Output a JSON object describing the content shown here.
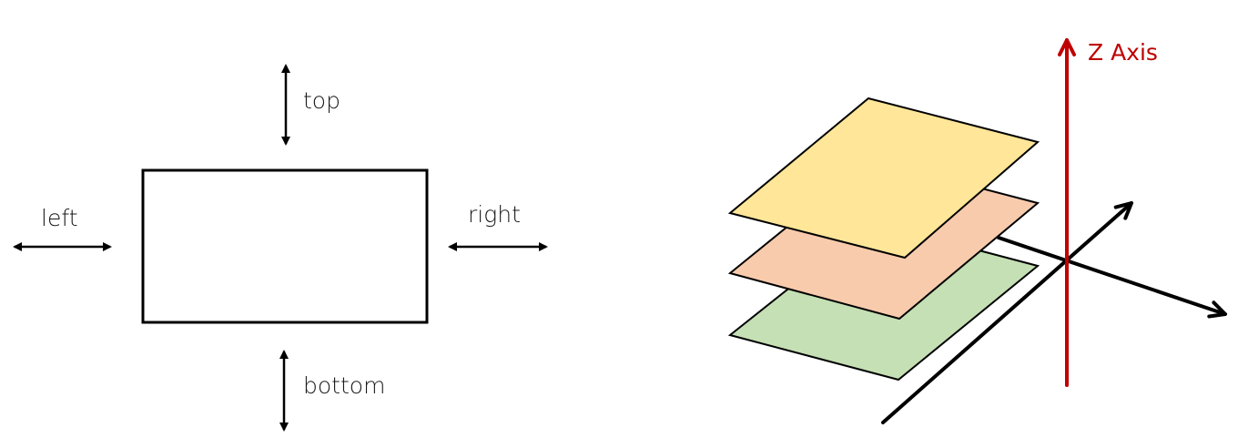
{
  "left_diagram": {
    "labels": {
      "top": "top",
      "left": "left",
      "right": "right",
      "bottom": "bottom"
    }
  },
  "right_diagram": {
    "z_axis_label": "Z Axis",
    "colors": {
      "z_axis": "#c00000",
      "axes": "#000000",
      "layer_top": "#ffe699",
      "layer_middle": "#f8cbad",
      "layer_bottom": "#c5e0b4"
    }
  }
}
